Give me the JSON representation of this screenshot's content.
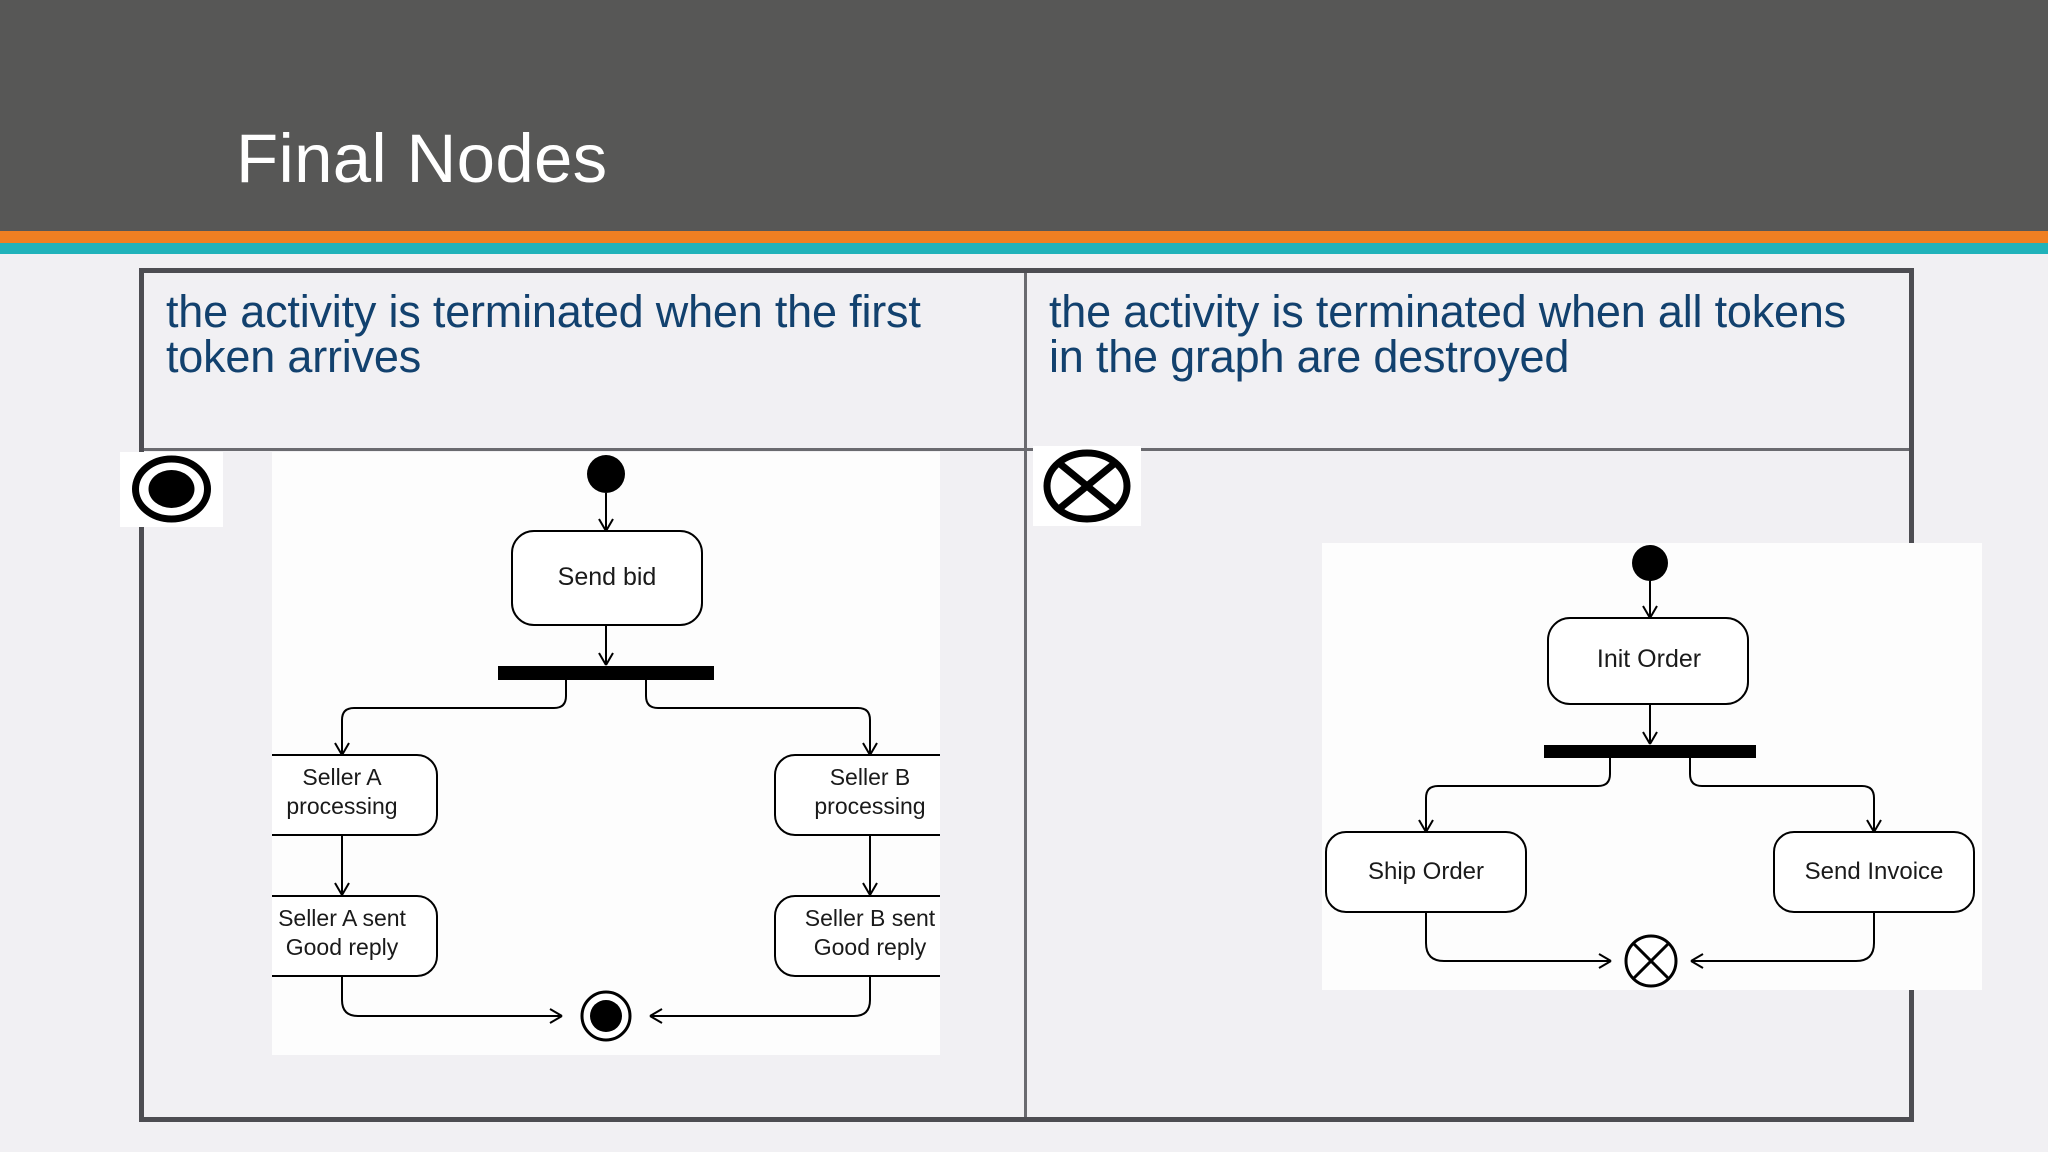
{
  "slide": {
    "title": "Final Nodes",
    "header_bg": "#575756",
    "accent_orange": "#ef7f22",
    "accent_teal": "#20b2ba",
    "body_bg": "#f1f0f3",
    "table_border_color": "#4d4d52",
    "heading_text_color": "#12416e"
  },
  "table": {
    "columns": [
      {
        "id": "activity-final",
        "heading": "the activity is terminated when the first token arrives",
        "icon": "activity-final-node-icon"
      },
      {
        "id": "flow-final",
        "heading": "the activity is terminated when all tokens in the graph are destroyed",
        "icon": "flow-final-node-icon"
      }
    ]
  },
  "diagram_left": {
    "name": "seller-bid-activity-diagram",
    "initial_node": "initial-node",
    "nodes": [
      {
        "id": "send-bid",
        "label": "Send bid"
      },
      {
        "id": "seller-a-proc",
        "label_line1": "Seller A",
        "label_line2": "processing"
      },
      {
        "id": "seller-b-proc",
        "label_line1": "Seller B",
        "label_line2": "processing"
      },
      {
        "id": "seller-a-sent",
        "label_line1": "Seller A sent",
        "label_line2": "Good reply"
      },
      {
        "id": "seller-b-sent",
        "label_line1": "Seller B sent",
        "label_line2": "Good reply"
      }
    ],
    "fork_bar": "fork-node",
    "final_node": "activity-final-node"
  },
  "diagram_right": {
    "name": "order-activity-diagram",
    "initial_node": "initial-node",
    "nodes": [
      {
        "id": "init-order",
        "label": "Init Order"
      },
      {
        "id": "ship-order",
        "label": "Ship Order"
      },
      {
        "id": "send-invoice",
        "label": "Send Invoice"
      }
    ],
    "fork_bar": "fork-node",
    "final_node": "flow-final-node"
  }
}
